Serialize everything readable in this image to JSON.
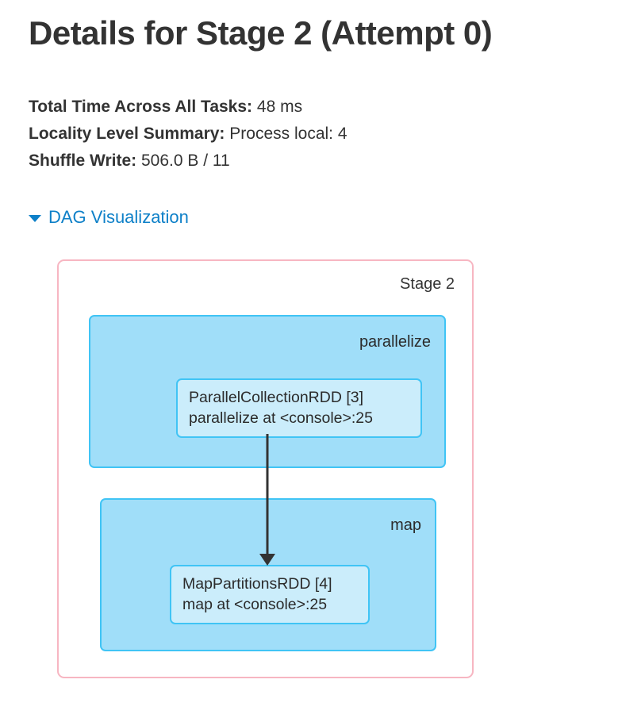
{
  "page": {
    "title": "Details for Stage 2 (Attempt 0)"
  },
  "summary": {
    "rows": [
      {
        "label": "Total Time Across All Tasks:",
        "value": "48 ms"
      },
      {
        "label": "Locality Level Summary:",
        "value": "Process local: 4"
      },
      {
        "label": "Shuffle Write:",
        "value": "506.0 B / 11"
      }
    ]
  },
  "dag_section": {
    "toggle_label": "DAG Visualization",
    "toggle_icon": "caret-down-icon",
    "expanded": true,
    "link_color": "#0e80c8"
  },
  "dag": {
    "stage_label": "Stage 2",
    "container_border_color": "#f7b6c2",
    "cluster_fill_color": "#a0def9",
    "cluster_border_color": "#40c4f5",
    "node_fill_color": "#cbedfb",
    "edge_color": "#333333",
    "clusters": [
      {
        "label": "parallelize",
        "node": {
          "line1": "ParallelCollectionRDD [3]",
          "line2": "parallelize at <console>:25"
        }
      },
      {
        "label": "map",
        "node": {
          "line1": "MapPartitionsRDD [4]",
          "line2": "map at <console>:25"
        }
      }
    ]
  }
}
